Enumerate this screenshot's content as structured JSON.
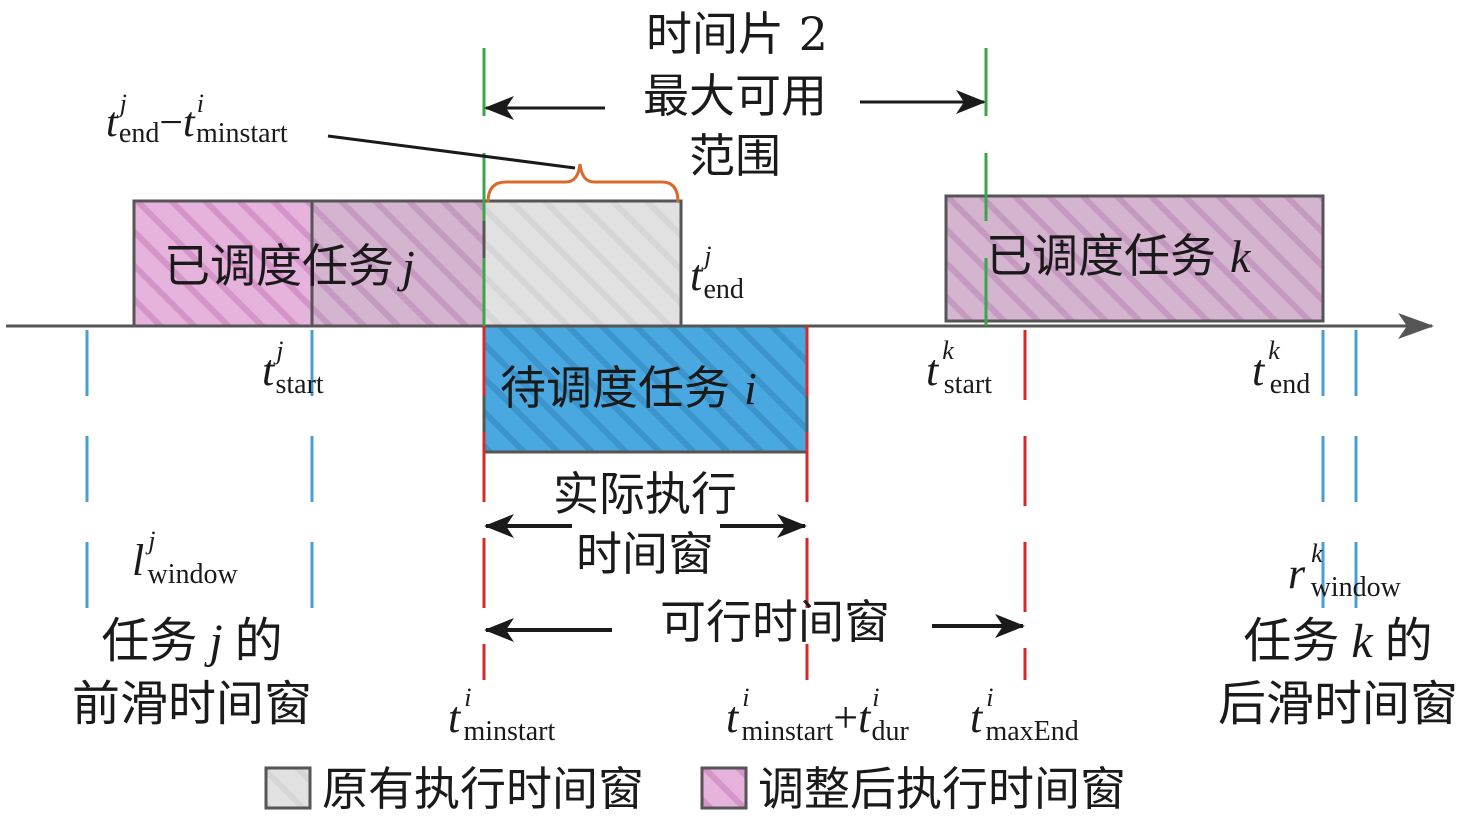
{
  "colors": {
    "axis": "#555555",
    "box_stroke": "#555555",
    "task_j_adjusted_fill": "#e6b3dd",
    "task_j_adjusted_pattern": "#d494c8",
    "scheduled_fill": "#d5b4d0",
    "scheduled_pattern": "#c49ac0",
    "original_fill": "#e1e1e1",
    "original_pattern": "#d6d6d6",
    "task_i_fill": "#4aa8e0",
    "task_i_pattern": "#3b95cc",
    "red_line": "#d42a2a",
    "blue_line": "#4a9fd0",
    "green_line": "#3aa64a",
    "brace": "#d86a2c",
    "arrow": "#1a1a1a"
  },
  "title": {
    "line1": "时间片 2",
    "line2": "最大可用",
    "line3": "范围"
  },
  "tasks": {
    "j": {
      "label": "已调度任务",
      "var": "j"
    },
    "k": {
      "label": "已调度任务",
      "var": "k"
    },
    "i": {
      "label": "待调度任务",
      "var": "i"
    }
  },
  "annotations": {
    "overlap": {
      "t1": "t",
      "sup1": "j",
      "sub1": "end",
      "minus": "−",
      "t2": "t",
      "sup2": "i",
      "sub2": "minstart"
    },
    "t_end_j": {
      "base": "t",
      "sup": "j",
      "sub": "end"
    },
    "t_start_j": {
      "base": "t",
      "sup": "j",
      "sub": "start"
    },
    "t_start_k": {
      "base": "t",
      "sup": "k",
      "sub": "start"
    },
    "t_end_k": {
      "base": "t",
      "sup": "k",
      "sub": "end"
    },
    "l_window_j": {
      "base": "l",
      "sup": "j",
      "sub": "window"
    },
    "r_window_k": {
      "base": "r",
      "sup": "k",
      "sub": "window"
    },
    "t_minstart_i": {
      "base": "t",
      "sup": "i",
      "sub": "minstart"
    },
    "t_minstart_dur": {
      "base": "t",
      "sup": "i",
      "sub": "minstart",
      "plus": "+",
      "base2": "t",
      "sup2": "i",
      "sub2": "dur"
    },
    "t_maxend_i": {
      "base": "t",
      "sup": "i",
      "sub": "maxEnd"
    }
  },
  "windows": {
    "actual_line1": "实际执行",
    "actual_line2": "时间窗",
    "feasible": "可行时间窗",
    "front_line1_a": "任务",
    "front_line1_var": "j",
    "front_line1_b": "的",
    "front_line2": "前滑时间窗",
    "back_line1_a": "任务",
    "back_line1_var": "k",
    "back_line1_b": "的",
    "back_line2": "后滑时间窗"
  },
  "legend": {
    "items": [
      {
        "label": "原有执行时间窗"
      },
      {
        "label": "调整后执行时间窗"
      }
    ]
  }
}
